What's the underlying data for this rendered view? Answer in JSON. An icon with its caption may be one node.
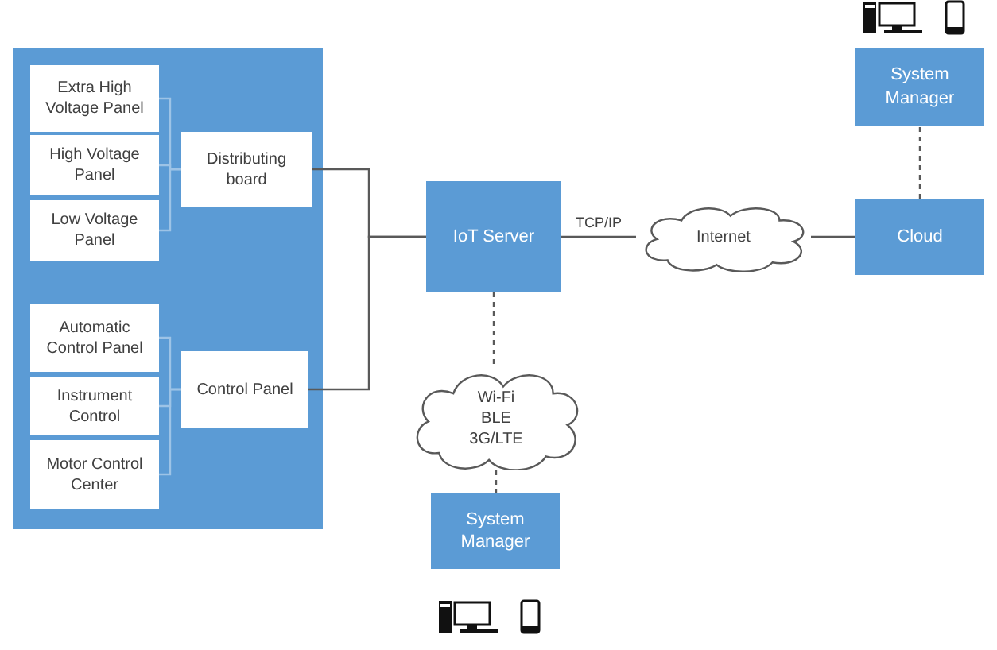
{
  "diagram": {
    "nodes": [
      {
        "text": [],
        "shape": "box"
      },
      {
        "text": [
          "Extra High Voltage Panel"
        ],
        "in": 0
      },
      {
        "text": [
          "High Voltage Panel"
        ],
        "in": 0
      },
      {
        "text": [
          "Low Voltage Panel"
        ],
        "in": 0
      },
      {
        "text": [
          "Distributing board"
        ],
        "in": 0
      },
      {
        "text": [
          "Automatic Control Panel"
        ],
        "in": 0
      },
      {
        "text": [
          "Instrument Control"
        ],
        "in": 0
      },
      {
        "text": [
          "Motor Control Center"
        ],
        "in": 0
      },
      {
        "text": [
          "Control Panel"
        ],
        "in": 0
      },
      {
        "text": [
          "IoT Server"
        ]
      },
      {
        "text": [
          "Internet"
        ]
      },
      {
        "text": [
          "Cloud"
        ]
      },
      {
        "text": [
          "System Manager"
        ]
      },
      {
        "text": [
          "Wi-Fi BLE 3G/LTE"
        ]
      },
      {
        "text": [
          "System Manager"
        ]
      }
    ],
    "edges": [
      {
        "from": 1,
        "to": 4,
        "arrow": "none",
        "color": "#9dc3e6"
      },
      {
        "from": 2,
        "to": 4,
        "arrow": "none",
        "color": "#9dc3e6"
      },
      {
        "from": 3,
        "to": 4,
        "arrow": "none",
        "color": "#9dc3e6"
      },
      {
        "from": 5,
        "to": 8,
        "arrow": "none",
        "color": "#9dc3e6"
      },
      {
        "from": 6,
        "to": 8,
        "arrow": "none",
        "color": "#9dc3e6"
      },
      {
        "from": 7,
        "to": 8,
        "arrow": "none",
        "color": "#9dc3e6"
      },
      {
        "from": 4,
        "to": 9,
        "arrow": "none"
      },
      {
        "from": 8,
        "to": 9,
        "arrow": "none"
      },
      {
        "from": 9,
        "to": 10,
        "arrow": "none",
        "label": "TCP/IP"
      },
      {
        "from": 10,
        "to": 11,
        "arrow": "none"
      },
      {
        "from": 11,
        "to": 12,
        "arrow": "none",
        "style": "dashed"
      },
      {
        "from": 9,
        "to": 13,
        "arrow": "none",
        "style": "dashed"
      },
      {
        "from": 13,
        "to": 14,
        "arrow": "none",
        "style": "dashed"
      }
    ]
  }
}
